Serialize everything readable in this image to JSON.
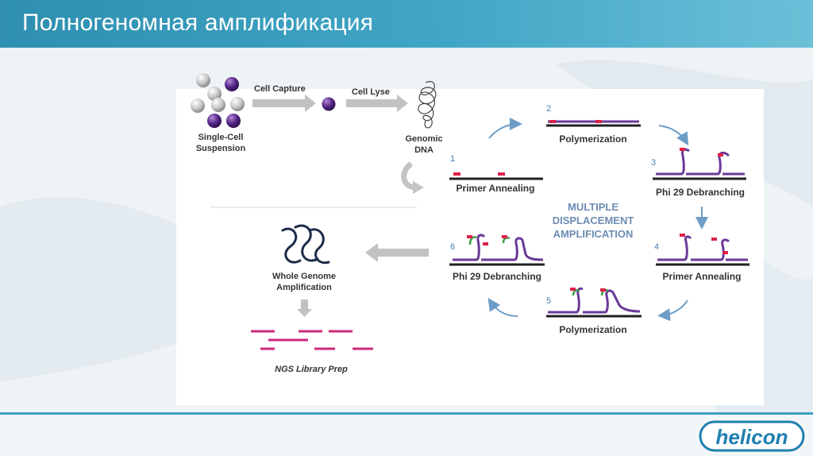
{
  "slide": {
    "title": "Полногеномная амплификация"
  },
  "workflow": {
    "single_cell_label_1": "Single-Cell",
    "single_cell_label_2": "Suspension",
    "cell_capture_label": "Cell Capture",
    "cell_lyse_label": "Cell Lyse",
    "genomic_label_1": "Genomic",
    "genomic_label_2": "DNA",
    "wga_label_1": "Whole Genome",
    "wga_label_2": "Amplification",
    "ngs_label": "NGS Library Prep"
  },
  "cycle": {
    "center_1": "MULTIPLE",
    "center_2": "DISPLACEMENT",
    "center_3": "AMPLIFICATION",
    "steps": [
      {
        "num": "1",
        "label": "Primer Annealing"
      },
      {
        "num": "2",
        "label": "Polymerization"
      },
      {
        "num": "3",
        "label": "Phi 29 Debranching"
      },
      {
        "num": "4",
        "label": "Primer Annealing"
      },
      {
        "num": "5",
        "label": "Polymerization"
      },
      {
        "num": "6",
        "label": "Phi 29 Debranching"
      }
    ]
  },
  "logo": {
    "text": "helicon"
  },
  "colors": {
    "header": "#3a9cc0",
    "primer": "#e0204a",
    "strand": "#6a3a9a",
    "green": "#3aa040",
    "ngs": "#d0287a",
    "cell_purple": "#5a2a8a",
    "arrow_blue": "#6d9cc6"
  }
}
